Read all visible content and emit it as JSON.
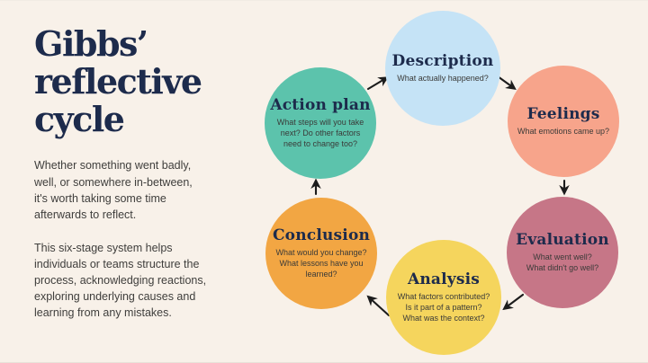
{
  "page": {
    "background": "#f8f1e9",
    "title": "Gibbs’\nreflective\ncycle",
    "title_color": "#1d2b4c",
    "text_color": "#3f3e3c",
    "intro_paragraphs": [
      "Whether something went badly,\nwell, or somewhere in-between,\nit's worth taking some time\nafterwards to reflect.",
      "This six-stage system helps\nindividuals or teams structure the\nprocess, acknowledging reactions,\nexploring underlying causes and\nlearning from any mistakes."
    ]
  },
  "cycle": {
    "label_color": "#1d2b4c",
    "question_color": "#3a3a38",
    "arrow_color": "#1c1c1c",
    "stages": [
      {
        "id": "description",
        "label": "Description",
        "question": "What actually happened?",
        "color": "#c5e3f6"
      },
      {
        "id": "feelings",
        "label": "Feelings",
        "question": "What emotions came up?",
        "color": "#f7a48b"
      },
      {
        "id": "evaluation",
        "label": "Evaluation",
        "question": "What went well?\nWhat didn't go well?",
        "color": "#c67687"
      },
      {
        "id": "analysis",
        "label": "Analysis",
        "question": "What factors contributed?\nIs it part of a pattern?\nWhat was the context?",
        "color": "#f5d55d"
      },
      {
        "id": "conclusion",
        "label": "Conclusion",
        "question": "What would you change?\nWhat lessons have you\nlearned?",
        "color": "#f2a643"
      },
      {
        "id": "action_plan",
        "label": "Action plan",
        "question": "What steps will you take\nnext? Do other factors\nneed to change too?",
        "color": "#5cc3ac"
      }
    ]
  }
}
